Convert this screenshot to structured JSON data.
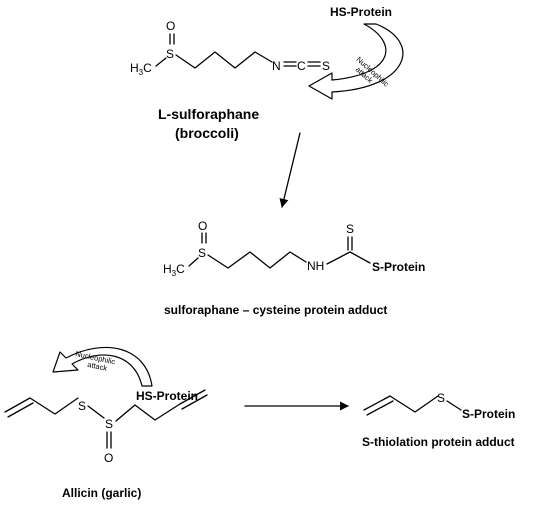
{
  "reactant1": {
    "name": "L-sulforaphane",
    "source": "(broccoli)",
    "atoms": {
      "h3c": "H",
      "h3c_sub": "3",
      "h3c_c": "C",
      "s": "S",
      "o": "O",
      "n": "N",
      "c": "C",
      "s2": "S"
    }
  },
  "nucleophile1": "HS-Protein",
  "attack1": {
    "line1": "Nucleophilic",
    "line2": "attack"
  },
  "product1": {
    "name": "sulforaphane – cysteine protein adduct",
    "atoms": {
      "h3c": "H",
      "h3c_sub": "3",
      "h3c_c": "C",
      "s": "S",
      "o": "O",
      "nh": "NH",
      "s_top": "S",
      "s_protein": "S-Protein"
    }
  },
  "reactant2": {
    "name": "Allicin (garlic)",
    "atoms": {
      "s1": "S",
      "s2": "S",
      "o": "O"
    }
  },
  "nucleophile2": "HS-Protein",
  "attack2": {
    "line1": "Nucleophilic",
    "line2": "attack"
  },
  "product2": {
    "name": "S-thiolation protein adduct",
    "atoms": {
      "s": "S",
      "s_protein": "S-Protein"
    }
  }
}
